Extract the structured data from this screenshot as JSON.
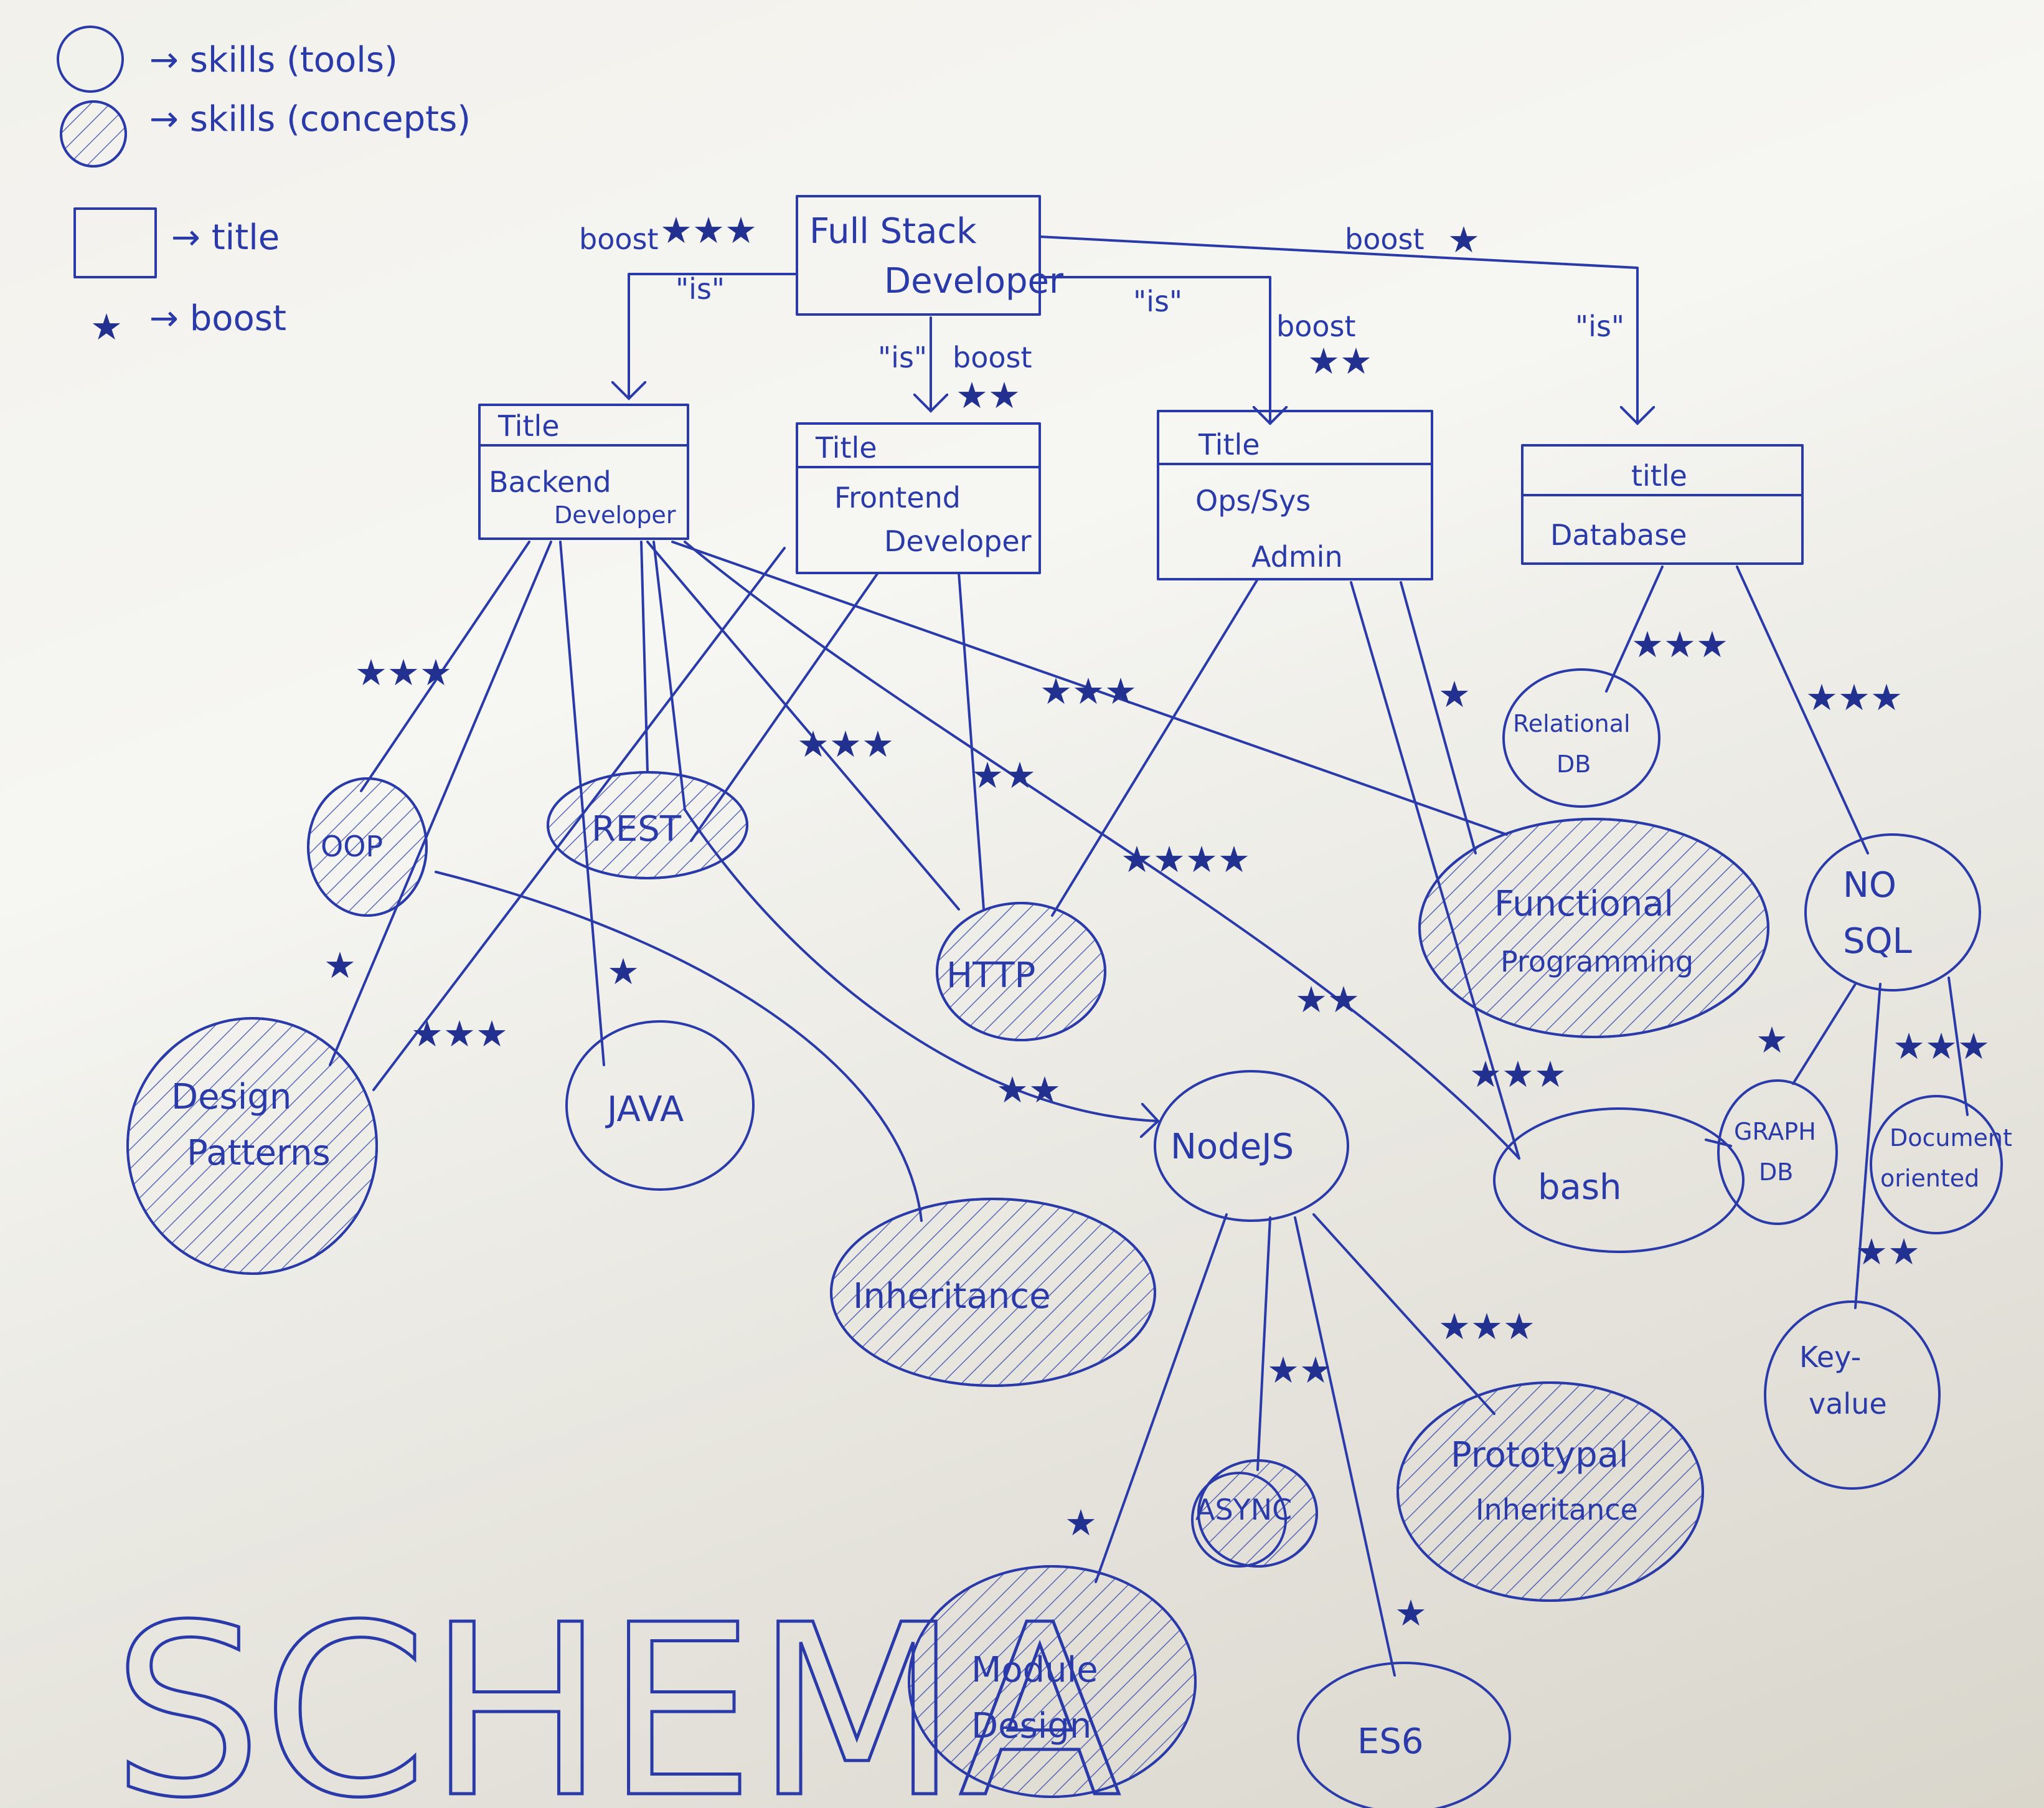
{
  "legend": {
    "tools": "→ skills (tools)",
    "concepts": "→ skills (concepts)",
    "title": "→ title",
    "boost": "→ boost"
  },
  "labels": {
    "is": "\"is\"",
    "boost": "boost"
  },
  "titles": {
    "full_stack": [
      "Full Stack",
      "Developer"
    ],
    "backend": {
      "header": "Title",
      "name": [
        "Backend",
        "Developer"
      ]
    },
    "frontend": {
      "header": "Title",
      "name": [
        "Frontend",
        "Developer"
      ]
    },
    "ops": {
      "header": "Title",
      "name": [
        "Ops/Sys",
        "Admin"
      ]
    },
    "database": {
      "header": "title",
      "name": [
        "Database"
      ]
    }
  },
  "skills": {
    "oop": [
      "OOP"
    ],
    "rest": [
      "REST"
    ],
    "http": [
      "HTTP"
    ],
    "functional": [
      "Functional",
      "Programming"
    ],
    "relational": [
      "Relational",
      "DB"
    ],
    "nosql": [
      "NO",
      "SQL"
    ],
    "design_patterns": [
      "Design",
      "Patterns"
    ],
    "java": [
      "JAVA"
    ],
    "nodejs": [
      "NodeJS"
    ],
    "bash": [
      "bash"
    ],
    "graph": [
      "GRAPH",
      "DB"
    ],
    "document": [
      "Document",
      "oriented"
    ],
    "inheritance": [
      "Inheritance"
    ],
    "keyvalue": [
      "Key-",
      "value"
    ],
    "async": [
      "ASYNC"
    ],
    "prototypal": [
      "Prototypal",
      "Inheritance"
    ],
    "module": [
      "Module",
      "Design"
    ],
    "es6": [
      "ES6"
    ]
  },
  "boosts": {
    "full_stack_self": "★★★",
    "full_stack_frontend": "★★",
    "full_stack_ops": "★★",
    "full_stack_database": "★",
    "backend_oop": "★★★",
    "backend_http": "★★★",
    "backend_functional": "★★★",
    "frontend_http": "★★",
    "ops_http": "★★★★",
    "ops_functional": "★",
    "database_relational": "★★★",
    "database_nosql": "★★★",
    "design_patterns": "★",
    "design_patterns_2": "★★★",
    "java": "★",
    "nodejs": "★★",
    "bash_backend": "★★",
    "bash_ops": "★★★",
    "graph": "★",
    "document": "★★★",
    "keyvalue": "★★",
    "async": "★★",
    "prototypal": "★★★",
    "module": "★",
    "es6": "★"
  },
  "watermark": "SCHEMA"
}
